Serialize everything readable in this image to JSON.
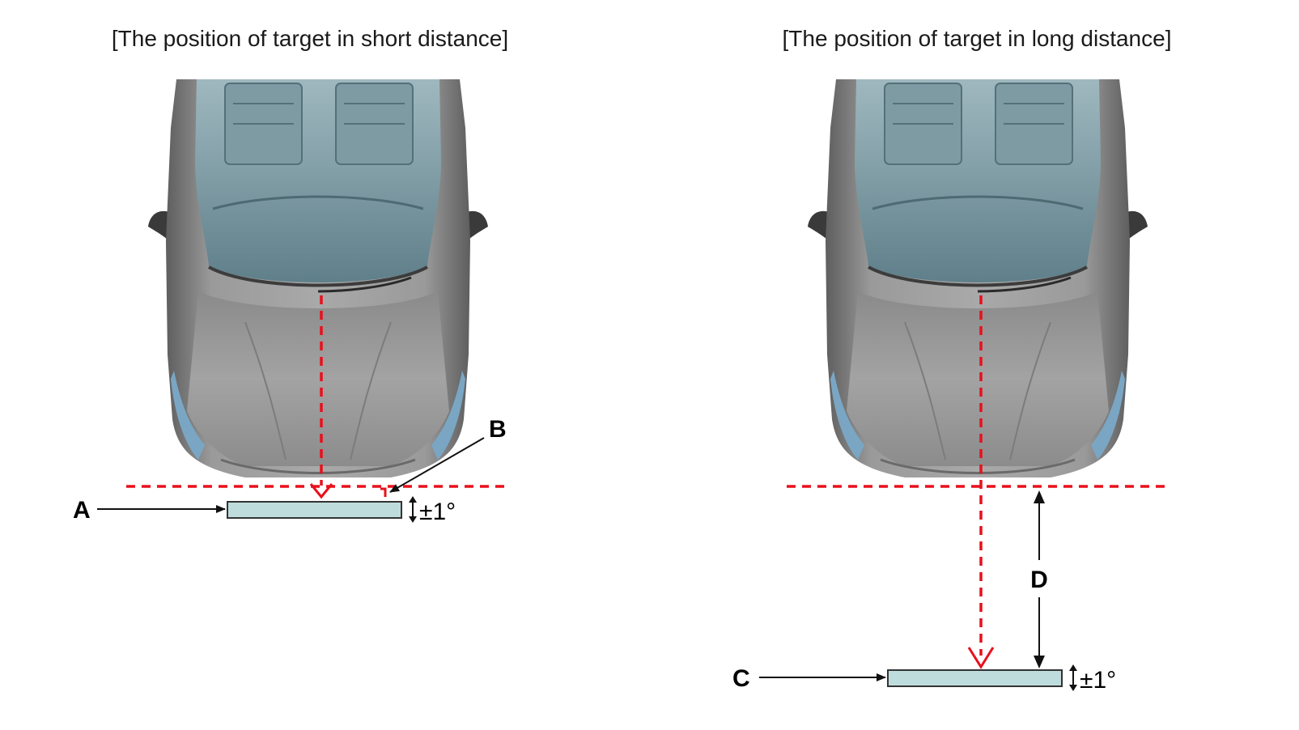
{
  "left_panel": {
    "title": "[The position of target in short distance]",
    "label_target": "A",
    "label_marker": "B",
    "tolerance": "±1°"
  },
  "right_panel": {
    "title": "[The position of target in long distance]",
    "label_target": "C",
    "label_distance": "D",
    "tolerance": "±1°"
  },
  "colors": {
    "guide_line": "#e8101c",
    "target_fill": "#bfdcdc",
    "car_body": "#8e8e8e",
    "glass": "#6f8f9a"
  }
}
